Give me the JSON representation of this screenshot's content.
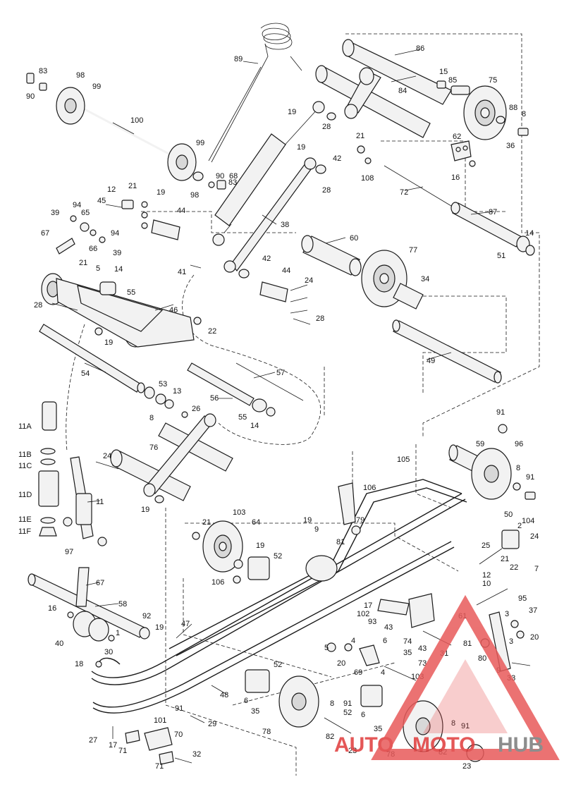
{
  "labels": {
    "p83a": "83",
    "p98": "98",
    "p99a": "99",
    "p90a": "90",
    "p100": "100",
    "p99b": "99",
    "p98b": "98",
    "p90b": "90",
    "p83b": "83",
    "p68": "68",
    "p89": "89",
    "p86": "86",
    "p15": "15",
    "p85": "85",
    "p75": "75",
    "p84": "84",
    "p88": "88",
    "p8a": "8",
    "p36": "36",
    "p62": "62",
    "p16a": "16",
    "p21a": "21",
    "p108": "108",
    "p72": "72",
    "p87": "87",
    "p14a": "14",
    "p51": "51",
    "p19a": "19",
    "p28a": "28",
    "p19b": "19",
    "p42a": "42",
    "p28b": "28",
    "p38": "38",
    "p60": "60",
    "p77": "77",
    "p34": "34",
    "p49": "49",
    "p42b": "42",
    "p44a": "44",
    "p44b": "44",
    "p24a": "24",
    "p28c": "28",
    "p12": "12",
    "p21b": "21",
    "p19c": "19",
    "p45": "45",
    "p39a": "39",
    "p94a": "94",
    "p65": "65",
    "p67a": "67",
    "p66": "66",
    "p94b": "94",
    "p39b": "39",
    "p21c": "21",
    "p5a": "5",
    "p14b": "14",
    "p55a": "55",
    "p28d": "28",
    "p41": "41",
    "p46": "46",
    "p22a": "22",
    "p19d": "19",
    "p54": "54",
    "p53": "53",
    "p13": "13",
    "p8b": "8",
    "p57": "57",
    "p56": "56",
    "p55b": "55",
    "p14c": "14",
    "p26": "26",
    "p11A": "11A",
    "p11B": "11B",
    "p11C": "11C",
    "p11D": "11D",
    "p11E": "11E",
    "p11F": "11F",
    "p11": "11",
    "p97": "97",
    "p24b": "24",
    "p76": "76",
    "p19e": "19",
    "p91a": "91",
    "p59": "59",
    "p96": "96",
    "p105": "105",
    "p106a": "106",
    "p8c": "8",
    "p91b": "91",
    "p104": "104",
    "p103a": "103",
    "p64": "64",
    "p21d": "21",
    "p19f": "19",
    "p52a": "52",
    "p106b": "106",
    "p19g": "19",
    "p9a": "9",
    "p79": "79",
    "p81a": "81",
    "p50": "50",
    "p2": "2",
    "p25": "25",
    "p24c": "24",
    "p21e": "21",
    "p22b": "22",
    "p7": "7",
    "p12b": "12",
    "p10": "10",
    "p95": "95",
    "p67b": "67",
    "p58": "58",
    "p16b": "16",
    "p40": "40",
    "p92": "92",
    "p1": "1",
    "p30": "30",
    "p19h": "19",
    "p47": "47",
    "p18": "18",
    "p17a": "17",
    "p102": "102",
    "p93": "93",
    "p43a": "43",
    "p74": "74",
    "p43b": "43",
    "p35a": "35",
    "p73": "73",
    "p31": "31",
    "p61": "61",
    "p37": "37",
    "p3a": "3",
    "p3b": "3",
    "p20a": "20",
    "p81b": "81",
    "p80": "80",
    "p9b": "9",
    "p33": "33",
    "p5b": "5",
    "p20b": "20",
    "p4a": "4",
    "p6a": "6",
    "p69": "69",
    "p4b": "4",
    "p103b": "103",
    "p48": "48",
    "p52b": "52",
    "p6b": "6",
    "p35b": "35",
    "p78a": "78",
    "p8d": "8",
    "p91c": "91",
    "p52c": "52",
    "p6c": "6",
    "p35c": "35",
    "p82a": "82",
    "p23a": "23",
    "p78b": "78",
    "p8e": "8",
    "p91d": "91",
    "p82b": "82",
    "p23b": "23",
    "p101": "101",
    "p91e": "91",
    "p29": "29",
    "p27": "27",
    "p17b": "17",
    "p70": "70",
    "p71a": "71",
    "p71b": "71",
    "p32": "32"
  },
  "watermark": {
    "auto": "AUTO",
    "moto": "MOTO",
    "hub": "HUB",
    "colors": {
      "red": "#e03a3a",
      "gray": "#7a7a7a",
      "triangle": "#e85a5a"
    }
  }
}
